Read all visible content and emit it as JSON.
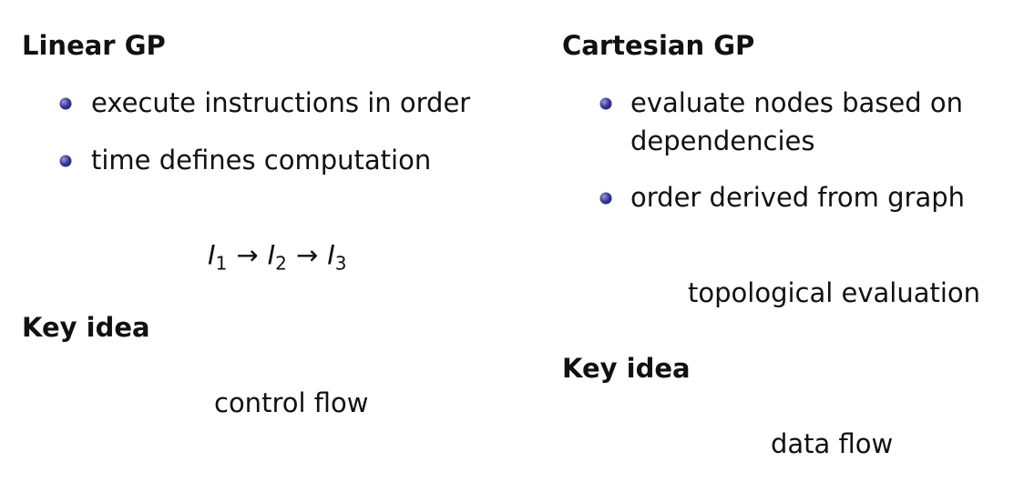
{
  "left": {
    "heading": "Linear GP",
    "bullets": [
      "execute instructions in order",
      "time defines computation"
    ],
    "formula": {
      "symbol": "I",
      "subscripts": [
        "1",
        "2",
        "3"
      ],
      "arrow": "→"
    },
    "key_heading": "Key idea",
    "key_text": "control flow"
  },
  "right": {
    "heading": "Cartesian GP",
    "bullets": [
      {
        "line1": "evaluate nodes based on",
        "line2": "dependencies"
      },
      {
        "line1": "order derived from graph"
      }
    ],
    "center_text": "topological evaluation",
    "key_heading": "Key idea",
    "key_text": "data flow"
  }
}
